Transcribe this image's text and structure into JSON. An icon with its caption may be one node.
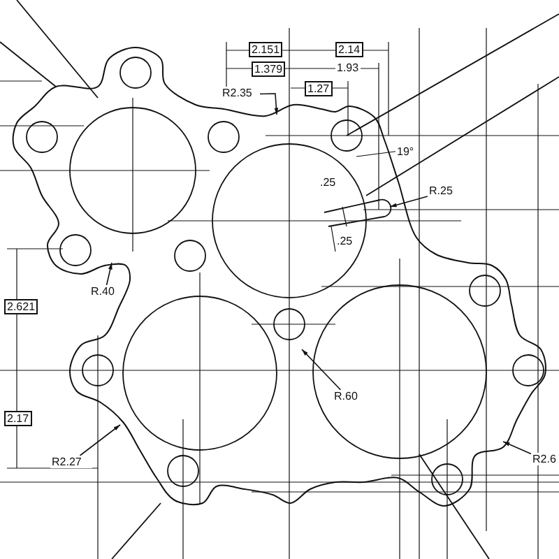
{
  "diagram": {
    "nodes": [
      {
        "text": [
          "R2.35"
        ]
      },
      {
        "text": [
          "R.25"
        ]
      },
      {
        "text": [
          "R.40"
        ]
      },
      {
        "text": [
          "R2.27"
        ]
      },
      {
        "text": [
          "R.60"
        ]
      },
      {
        "text": [
          "R2.6"
        ]
      }
    ],
    "edges": [
      {
        "from": 0,
        "to": null,
        "arrow": "to"
      },
      {
        "from": 1,
        "to": null,
        "arrow": "to"
      },
      {
        "from": 2,
        "to": null,
        "arrow": "to"
      },
      {
        "from": 3,
        "to": null,
        "arrow": "to"
      },
      {
        "from": 4,
        "to": null,
        "arrow": "to"
      },
      {
        "from": 5,
        "to": null,
        "arrow": "to"
      }
    ],
    "labels": [
      "2.151",
      "2.14",
      "1.379",
      "1.93",
      "1.27",
      "19°",
      ".25",
      ".25",
      "2.621",
      "2.17"
    ]
  }
}
